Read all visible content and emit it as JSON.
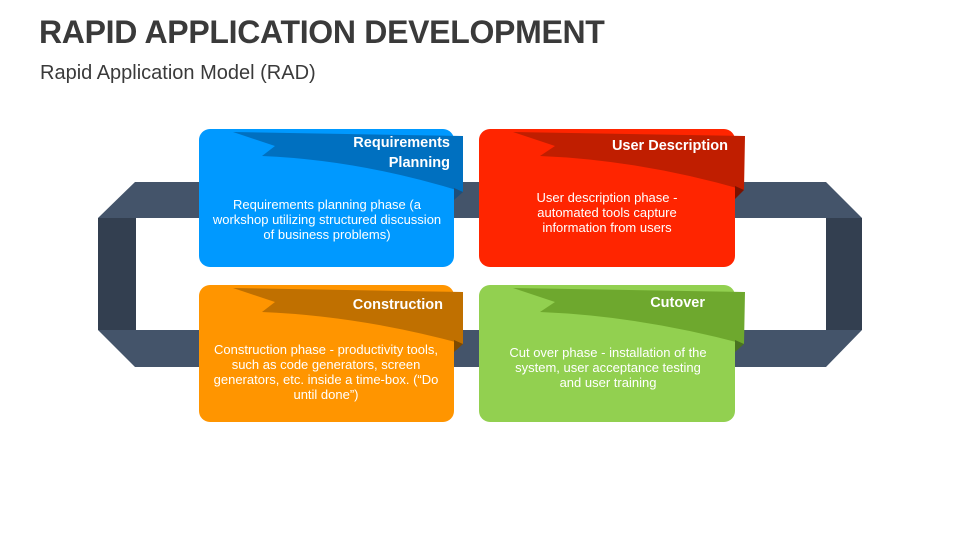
{
  "title": "RAPID APPLICATION DEVELOPMENT",
  "subtitle": "Rapid Application Model (RAD)",
  "colors": {
    "frame": "#44546a",
    "frame_dark": "#333f50",
    "blue": "#0099ff",
    "blue_dark": "#0070c0",
    "red": "#ff2500",
    "red_dark": "#c00000",
    "orange": "#ff9500",
    "orange_dark": "#c07000",
    "green": "#92d050",
    "green_dark": "#6ea82e"
  },
  "phases": [
    {
      "heading_line1": "Requirements",
      "heading_line2": "Planning",
      "description": "Requirements planning phase (a workshop utilizing structured discussion of business problems)"
    },
    {
      "heading_line1": "User Description",
      "heading_line2": "",
      "description": "User description phase - automated tools capture information from users"
    },
    {
      "heading_line1": "Construction",
      "heading_line2": "",
      "description": "Construction phase - productivity tools, such as code generators, screen generators, etc. inside a time-box. (“Do until done”)"
    },
    {
      "heading_line1": "Cutover",
      "heading_line2": "",
      "description": "Cut over phase - installation of the system, user acceptance testing and user training"
    }
  ]
}
